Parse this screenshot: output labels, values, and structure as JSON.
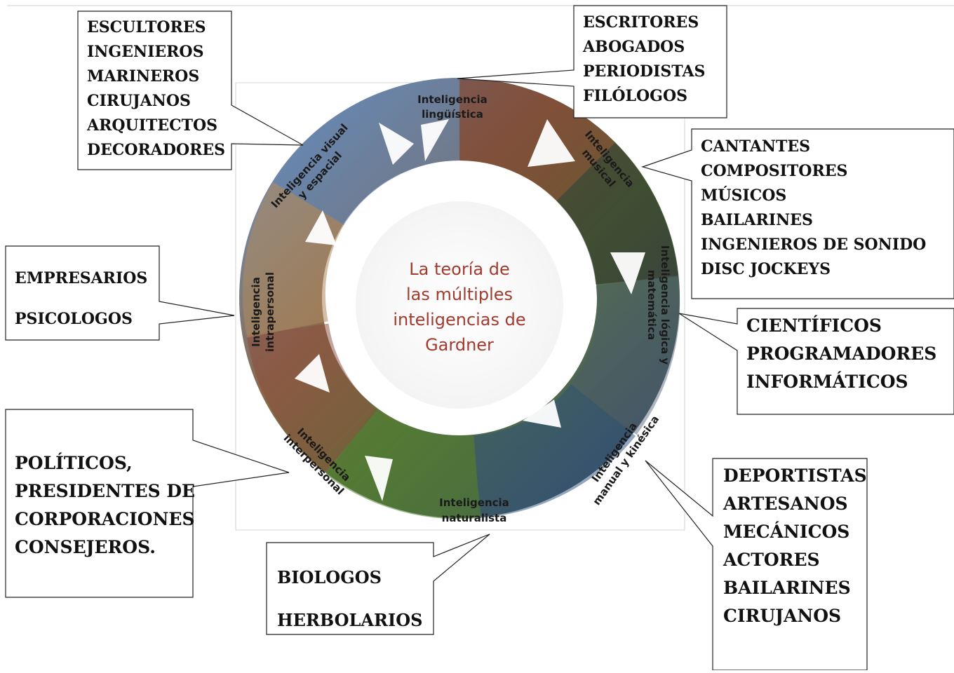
{
  "diagram": {
    "center_title": [
      "La teoría de",
      "las múltiples",
      "inteligencias de",
      "Gardner"
    ],
    "intelligences": [
      {
        "id": "linguistica",
        "lines": [
          "Inteligencia",
          "lingüística"
        ]
      },
      {
        "id": "musical",
        "lines": [
          "Inteligencia",
          "musical"
        ]
      },
      {
        "id": "logica",
        "lines": [
          "Inteligencia lógica y",
          "matemática"
        ]
      },
      {
        "id": "kinesica",
        "lines": [
          "Inteligencia",
          "manual y kinésica"
        ]
      },
      {
        "id": "naturalista",
        "lines": [
          "Inteligencia",
          "naturalista"
        ]
      },
      {
        "id": "interpersonal",
        "lines": [
          "Inteligencia",
          "interpersonal"
        ]
      },
      {
        "id": "intrapersonal",
        "lines": [
          "Inteligencia",
          "intrapersonal"
        ]
      },
      {
        "id": "visual",
        "lines": [
          "Inteligencia visual",
          "y espacial"
        ]
      }
    ]
  },
  "callouts": {
    "visual": [
      "ESCULTORES",
      "INGENIEROS",
      "MARINEROS",
      "CIRUJANOS",
      "ARQUITECTOS",
      "DECORADORES"
    ],
    "linguistica": [
      "ESCRITORES",
      "ABOGADOS",
      "PERIODISTAS",
      "FILÓLOGOS"
    ],
    "musical": [
      "CANTANTES",
      "COMPOSITORES",
      "MÚSICOS",
      "BAILARINES",
      "INGENIEROS DE SONIDO",
      "DISC JOCKEYS"
    ],
    "logica": [
      "CIENTÍFICOS",
      "PROGRAMADORES",
      "INFORMÁTICOS"
    ],
    "intrapersonal": [
      "EMPRESARIOS",
      "PSICOLOGOS"
    ],
    "interpersonal": [
      "POLÍTICOS,",
      "PRESIDENTES DE",
      "CORPORACIONES",
      "CONSEJEROS."
    ],
    "naturalista": [
      "BIOLOGOS",
      "HERBOLARIOS"
    ],
    "kinesica": [
      "DEPORTISTAS",
      "ARTESANOS",
      "MECÁNICOS",
      "ACTORES",
      "BAILARINES",
      "CIRUJANOS"
    ]
  }
}
